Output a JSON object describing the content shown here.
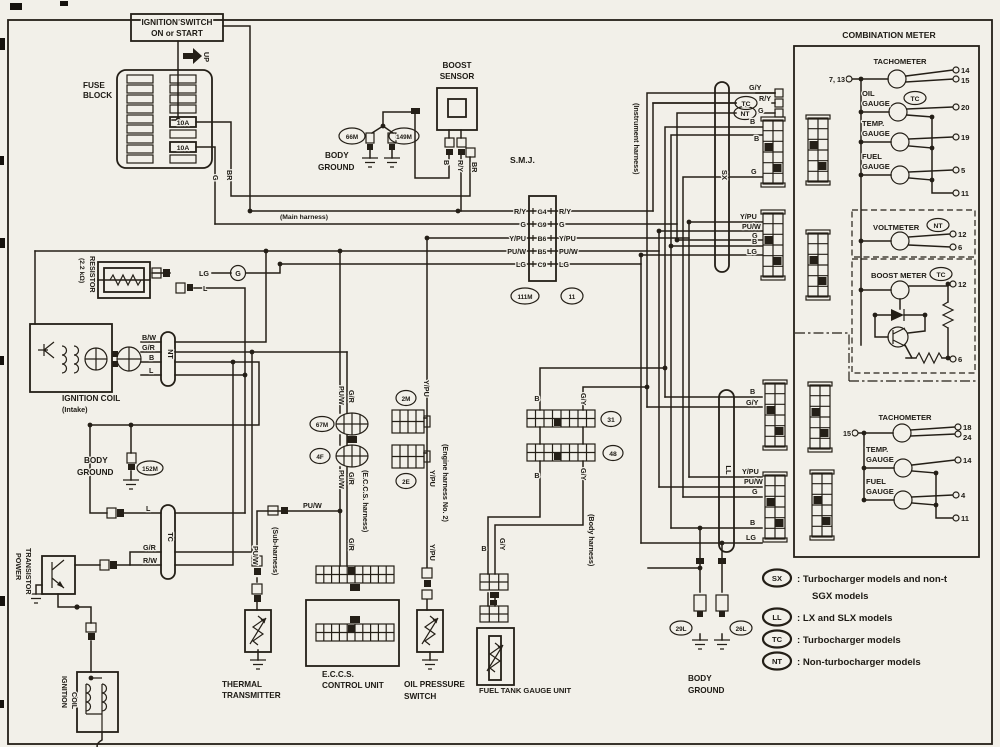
{
  "diagram": {
    "combination_meter": "COMBINATION METER",
    "ignition_switch": [
      "IGNITION SWITCH",
      "ON or START"
    ],
    "up": "UP",
    "fuse_block": [
      "FUSE",
      "BLOCK"
    ],
    "fuse_10a": "10A",
    "boost_sensor": [
      "BOOST",
      "SENSOR"
    ],
    "body_ground": [
      "BODY",
      "GROUND"
    ],
    "smj": "S.M.J.",
    "main_harness": "(Main harness)",
    "instrument_harness": "(Instrument harness)",
    "engine_harness": "(Engine harness No. 2)",
    "eccs_harness": "(E.C.C.S. harness)",
    "sub_harness": "(Sub-harness)",
    "body_harness": "(Body harness)",
    "resistor": "RESISTOR",
    "resistor_value": "(2.2 kΩ)",
    "ignition_coil_intake": [
      "IGNITION COIL",
      "(Intake)"
    ],
    "power_transistor": [
      "POWER",
      "TRANSISTOR"
    ],
    "ignition_coil": [
      "IGNITION",
      "COIL"
    ],
    "thermal_transmitter": [
      "THERMAL",
      "TRANSMITTER"
    ],
    "eccs_control_unit": [
      "E.C.C.S.",
      "CONTROL UNIT"
    ],
    "oil_pressure_switch": [
      "OIL PRESSURE",
      "SWITCH"
    ],
    "fuel_tank_gauge_unit": "FUEL TANK GAUGE UNIT",
    "circle_g": "G"
  },
  "meter": {
    "tachometer": "TACHOMETER",
    "oil": [
      "OIL",
      "GAUGE"
    ],
    "temp": [
      "TEMP.",
      "GAUGE"
    ],
    "fuel": [
      "FUEL",
      "GAUGE"
    ],
    "voltmeter": "VOLTMETER",
    "boost_meter": "BOOST METER",
    "tachometer2": "TACHOMETER",
    "temp2": [
      "TEMP.",
      "GAUGE"
    ],
    "fuel2": [
      "FUEL",
      "GAUGE"
    ],
    "pins_upper_left": "7, 13",
    "pins_lower_left": "15",
    "t": {
      "14": "14",
      "15": "15",
      "20": "20",
      "19": "19",
      "5": "5",
      "11": "11",
      "12a": "12",
      "6a": "6",
      "12b": "12",
      "6b": "6",
      "18": "18",
      "24": "24",
      "14b": "14",
      "4": "4",
      "11b": "11"
    }
  },
  "wires": {
    "g": "G",
    "br": "BR",
    "b": "B",
    "ry": "R/Y",
    "ypu": "Y/PU",
    "puw": "PU/W",
    "lg": "LG",
    "l": "L",
    "bw": "B/W",
    "gr": "G/R",
    "rw": "R/W",
    "gy": "G/Y"
  },
  "smj_pins": [
    "G4",
    "G9",
    "B6",
    "B5",
    "C9"
  ],
  "connectors": {
    "m66": "66M",
    "m149": "149M",
    "m111": "111M",
    "m11": "11",
    "m67": "67M",
    "f4": "4F",
    "m2": "2M",
    "e2": "2E",
    "c31": "31",
    "c48": "48",
    "m152": "152M",
    "l29": "29L",
    "l26": "26L"
  },
  "models": {
    "sx": "SX",
    "ll": "LL",
    "tc": "TC",
    "nt": "NT"
  },
  "legend": {
    "sx_code": "SX",
    "sx_text": ": Turbocharger  models and non-t",
    "sx_text2": "SGX models",
    "ll_code": "LL",
    "ll_text": ": LX and SLX models",
    "tc_code": "TC",
    "tc_text": ": Turbocharger models",
    "nt_code": "NT",
    "nt_text": ": Non-turbocharger models"
  }
}
